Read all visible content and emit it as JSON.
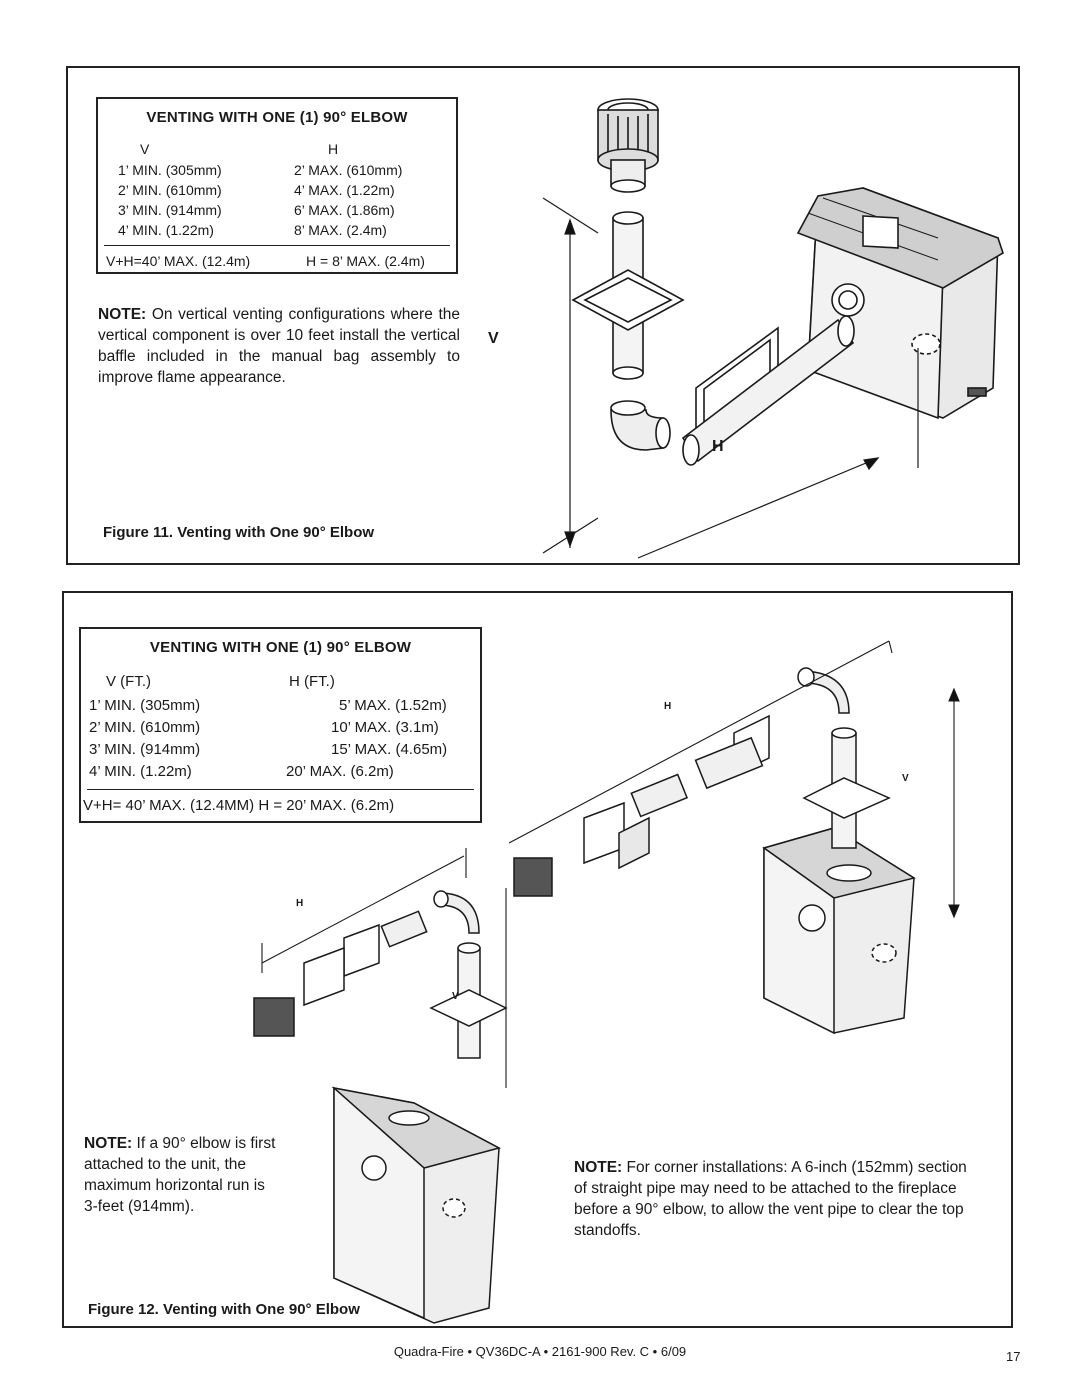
{
  "fig11": {
    "table": {
      "title": "VENTING WITH ONE (1) 90° ELBOW",
      "col_v": "V",
      "col_h": "H",
      "rows": [
        {
          "v": "1’ MIN. (305mm)",
          "h": "2’  MAX.  (610mm)"
        },
        {
          "v": "2’ MIN. (610mm)",
          "h": "4’  MAX.  (1.22m)"
        },
        {
          "v": "3’ MIN. (914mm)",
          "h": "6’  MAX.  (1.86m)"
        },
        {
          "v": "4’ MIN. (1.22m)",
          "h": "8’  MAX.  (2.4m)"
        }
      ],
      "total_left": "V+H=40’ MAX. (12.4m)",
      "total_right": "H = 8’ MAX.  (2.4m)"
    },
    "note_label": "NOTE:",
    "note_text": " On vertical venting configurations where the vertical component is over 10 feet install the vertical baffle included in the manual bag assembly to improve flame appearance.",
    "dim_v": "V",
    "dim_h": "H",
    "caption": "Figure 11.  Venting with One 90° Elbow"
  },
  "fig12": {
    "table": {
      "title": "VENTING WITH ONE (1) 90° ELBOW",
      "col_v": "V (FT.)",
      "col_h": "H (FT.)",
      "rows": [
        {
          "v": "1’ MIN. (305mm)",
          "h": "5’ MAX.  (1.52m)"
        },
        {
          "v": "2’ MIN. (610mm)",
          "h": "10’ MAX.  (3.1m)"
        },
        {
          "v": "3’ MIN. (914mm)",
          "h": "15’ MAX.  (4.65m)"
        },
        {
          "v": "4’ MIN. (1.22m)",
          "h": "20’ MAX.  (6.2m)"
        }
      ],
      "total": "V+H= 40’ MAX. (12.4MM)  H = 20’ MAX. (6.2m)"
    },
    "dim_h_upper": "H",
    "dim_v_upper": "V",
    "dim_h_lower": "H",
    "dim_v_lower": "V",
    "note_left_label": "NOTE:",
    "note_left_text": "  If a 90° elbow is first attached to the unit, the maximum horizontal run is 3-feet (914mm).",
    "note_right_label": "NOTE:",
    "note_right_text": " For corner installations: A 6-inch (152mm) section of straight pipe may need to be attached to the fireplace before a 90° elbow,  to allow the vent pipe to clear the top standoffs.",
    "caption": "Figure 12.  Venting with One 90° Elbow"
  },
  "footer": {
    "text": "Quadra-Fire  •  QV36DC-A  •  2161-900 Rev. C  •  6/09",
    "page": "17"
  }
}
